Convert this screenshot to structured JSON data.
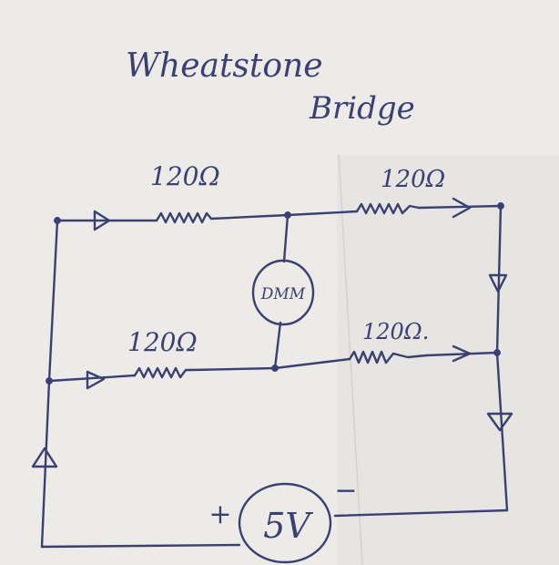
{
  "title_line1": "Wheatstone",
  "title_line2": "Bridge",
  "resistors": {
    "top_left": "120Ω",
    "top_right": "120Ω",
    "bottom_left": "120Ω",
    "bottom_right": "120Ω."
  },
  "meter_label": "DMM",
  "source": {
    "label": "5V",
    "positive": "+",
    "negative": "−"
  },
  "colors": {
    "ink": "#3a3f74",
    "paper": "#ecebe7"
  }
}
